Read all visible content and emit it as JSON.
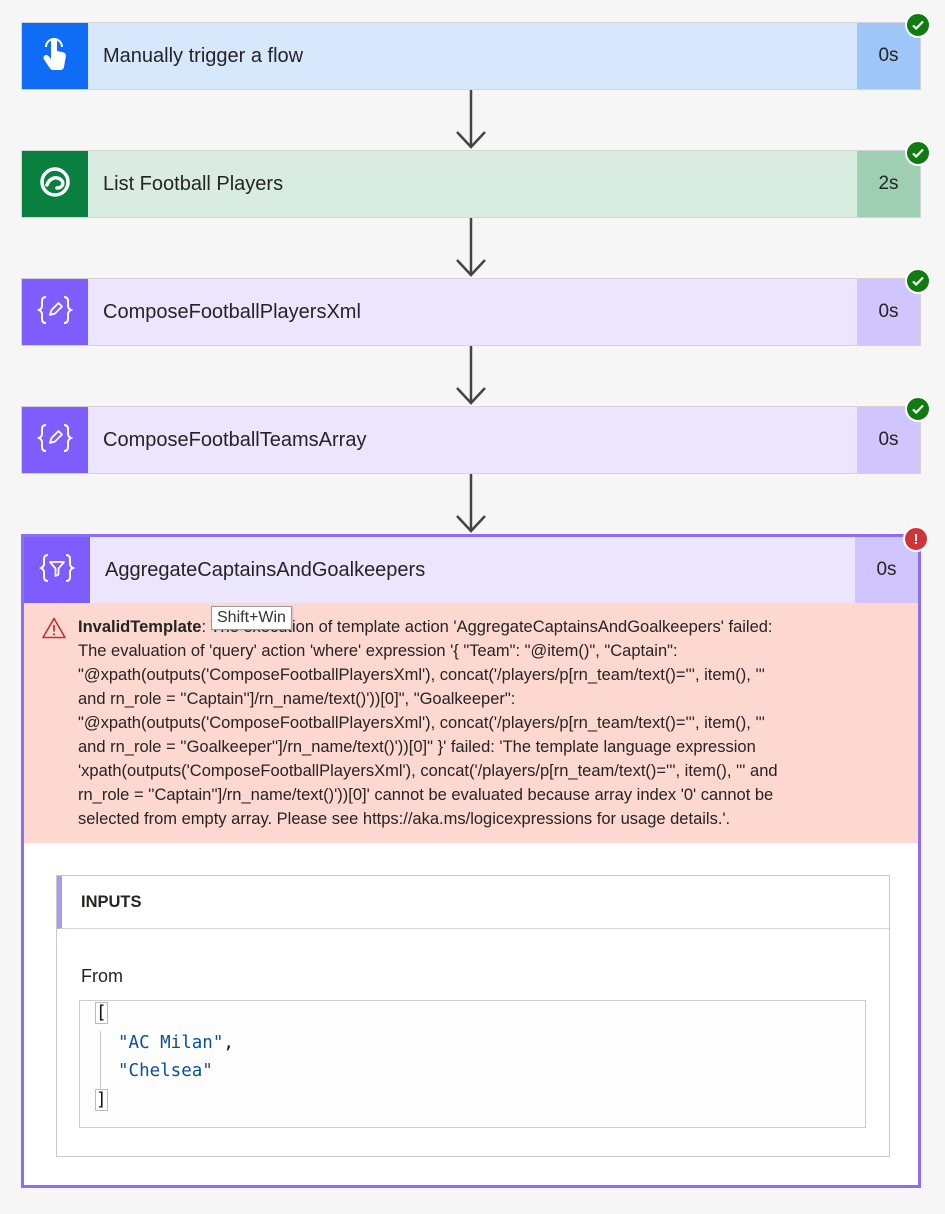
{
  "steps": [
    {
      "title": "Manually trigger a flow",
      "duration": "0s",
      "status": "succeeded",
      "icon": "hand-pointer-icon",
      "icon_bg": "#0f6cf6",
      "body_bg": "#d7e8fd",
      "dur_bg": "#9ec6f9"
    },
    {
      "title": "List Football Players",
      "duration": "2s",
      "status": "succeeded",
      "icon": "dataverse-icon",
      "icon_bg": "#09803f",
      "body_bg": "#d9ece1",
      "dur_bg": "#9fcfb3"
    },
    {
      "title": "ComposeFootballPlayersXml",
      "duration": "0s",
      "status": "succeeded",
      "icon": "compose-icon",
      "icon_bg": "#7d5dfd",
      "body_bg": "#ebe5fe",
      "dur_bg": "#d0c6fd"
    },
    {
      "title": "ComposeFootballTeamsArray",
      "duration": "0s",
      "status": "succeeded",
      "icon": "compose-icon",
      "icon_bg": "#7d5dfd",
      "body_bg": "#ebe5fe",
      "dur_bg": "#d0c6fd"
    }
  ],
  "failed_step": {
    "title": "AggregateCaptainsAndGoalkeepers",
    "duration": "0s",
    "status": "failed",
    "icon": "filter-array-icon",
    "error_code": "InvalidTemplate",
    "error_lines": [
      "The execution of template action 'AggregateCaptainsAndGoalkeepers' failed:",
      "The evaluation of 'query' action 'where' expression '{ \"Team\": \"@item()\", \"Captain\":",
      "\"@xpath(outputs('ComposeFootballPlayersXml'), concat('/players/p[rn_team/text()=''', item(), '''",
      "and rn_role = ''Captain'']/rn_name/text()'))[0]\", \"Goalkeeper\":",
      "\"@xpath(outputs('ComposeFootballPlayersXml'), concat('/players/p[rn_team/text()=''', item(), '''",
      "and rn_role = ''Goalkeeper'']/rn_name/text()'))[0]\" }' failed: 'The template language expression",
      "'xpath(outputs('ComposeFootballPlayersXml'), concat('/players/p[rn_team/text()=''', item(), ''' and",
      "rn_role = ''Captain'']/rn_name/text()'))[0]' cannot be evaluated because array index '0' cannot be",
      "selected from empty array. Please see https://aka.ms/logicexpressions for usage details.'."
    ],
    "tooltip": "Shift+Win",
    "inputs": {
      "header": "INPUTS",
      "from_label": "From",
      "code": {
        "open": "[",
        "items": [
          "\"AC Milan\",",
          "\"Chelsea\""
        ],
        "close": "]"
      }
    }
  }
}
